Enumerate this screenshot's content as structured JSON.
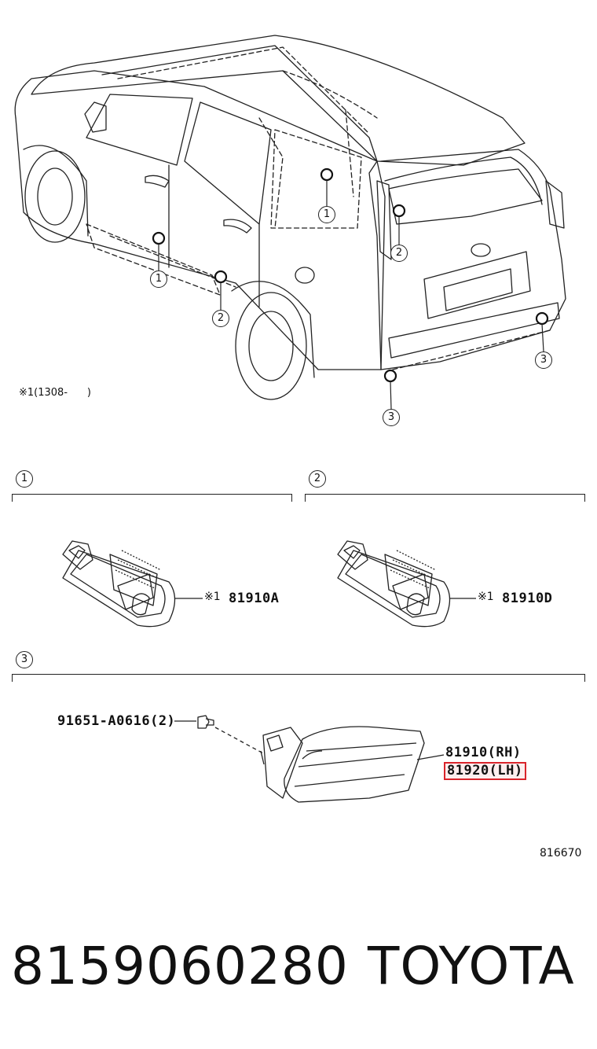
{
  "callouts": {
    "c1": "1",
    "c2": "2",
    "c3": "3"
  },
  "note": {
    "marker": "※1",
    "text": "(1308-      )"
  },
  "sections": {
    "s1": {
      "number": "1",
      "marker": "※1",
      "part": "81910A"
    },
    "s2": {
      "number": "2",
      "marker": "※1",
      "part": "81910D"
    },
    "s3": {
      "number": "3",
      "screw": "91651-A0616(2)",
      "part_rh": "81910(RH)",
      "part_lh": "81920(LH)"
    }
  },
  "diagram_id": "816670",
  "footer": {
    "part_number": "8159060280",
    "brand": "TOYOTA"
  },
  "colors": {
    "highlight": "#d9242b",
    "line": "#222222"
  }
}
